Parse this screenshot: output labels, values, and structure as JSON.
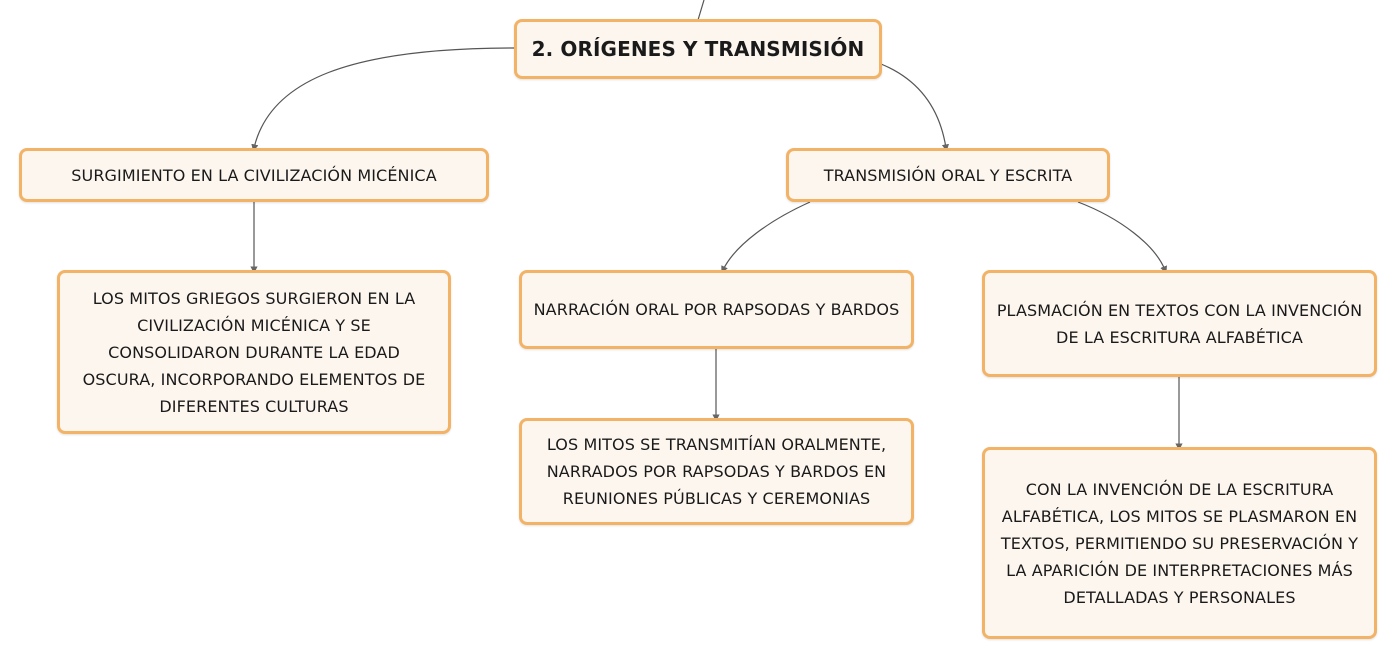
{
  "root": {
    "label": "2. ORÍGENES Y TRANSMISIÓN"
  },
  "branches": {
    "surgimiento": {
      "label": "SURGIMIENTO EN LA CIVILIZACIÓN MICÉNICA",
      "detail": "LOS MITOS GRIEGOS SURGIERON EN LA CIVILIZACIÓN MICÉNICA Y SE CONSOLIDARON DURANTE LA EDAD OSCURA, INCORPORANDO ELEMENTOS DE DIFERENTES CULTURAS"
    },
    "transmision": {
      "label": "TRANSMISIÓN ORAL Y ESCRITA",
      "oral": {
        "label": "NARRACIÓN ORAL POR RAPSODAS Y BARDOS",
        "detail": "LOS MITOS SE TRANSMITÍAN ORALMENTE, NARRADOS POR RAPSODAS Y BARDOS EN REUNIONES PÚBLICAS Y CEREMONIAS"
      },
      "escrita": {
        "label": "PLASMACIÓN EN TEXTOS CON LA INVENCIÓN DE LA ESCRITURA ALFABÉTICA",
        "detail": "CON LA INVENCIÓN DE LA ESCRITURA ALFABÉTICA, LOS MITOS SE PLASMARON EN TEXTOS, PERMITIENDO SU PRESERVACIÓN Y LA APARICIÓN DE INTERPRETACIONES MÁS DETALLADAS Y PERSONALES"
      }
    }
  }
}
